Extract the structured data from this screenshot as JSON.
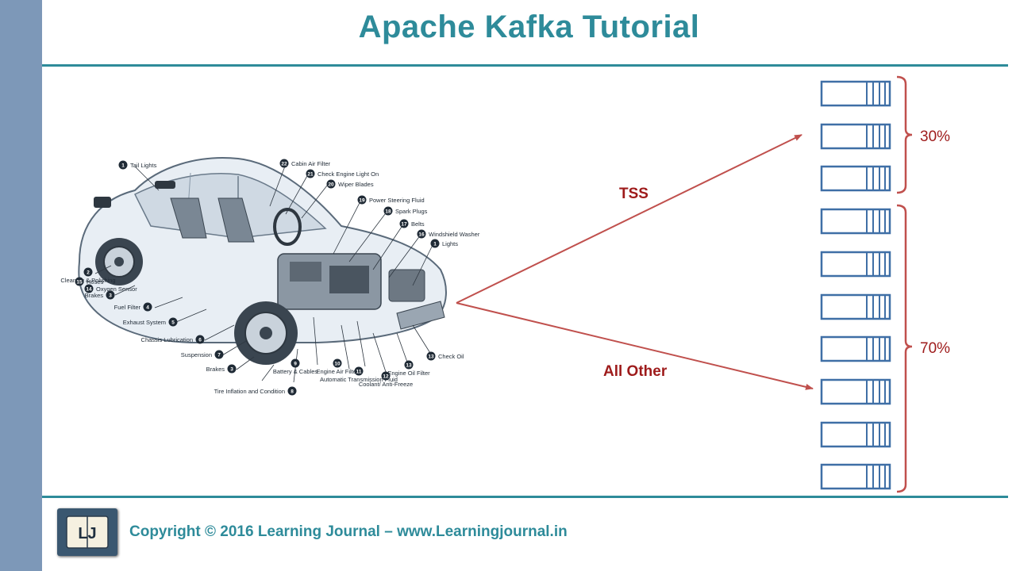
{
  "slide": {
    "title": "Apache Kafka Tutorial",
    "footer": "Copyright © 2016 Learning Journal – www.Learningjournal.in",
    "logo_text": "LJ"
  },
  "colors": {
    "accent": "#2e8b9a",
    "sidebar": "#7d98b8",
    "arrow": "#c0504d",
    "label": "#9e1b1b",
    "partition": "#3f6fa6"
  },
  "car": {
    "callouts": [
      {
        "num": "1",
        "text": "Tail Lights"
      },
      {
        "num": "22",
        "text": "Cabin Air Filter"
      },
      {
        "num": "21",
        "text": "Check Engine Light On"
      },
      {
        "num": "20",
        "text": "Wiper Blades"
      },
      {
        "num": "19",
        "text": "Power Steering Fluid"
      },
      {
        "num": "18",
        "text": "Spark Plugs"
      },
      {
        "num": "17",
        "text": "Belts"
      },
      {
        "num": "16",
        "text": "Windshield Washer"
      },
      {
        "num": "1",
        "text": "Lights"
      },
      {
        "num": "2",
        "text": "Cleaning & Polishing"
      },
      {
        "num": "3",
        "text": "Brakes"
      },
      {
        "num": "4",
        "text": "Fuel Filter"
      },
      {
        "num": "5",
        "text": "Exhaust System"
      },
      {
        "num": "6",
        "text": "Chassis Lubrication"
      },
      {
        "num": "7",
        "text": "Suspension"
      },
      {
        "num": "3",
        "text": "Brakes"
      },
      {
        "num": "8",
        "text": "Tire Inflation and Condition"
      },
      {
        "num": "9",
        "text": "Battery & Cables"
      },
      {
        "num": "10",
        "text": "Engine Air Filter"
      },
      {
        "num": "11",
        "text": "Automatic Transmission Fluid"
      },
      {
        "num": "12",
        "text": "Coolant/ Anti-Freeze"
      },
      {
        "num": "13",
        "text": "Engine Oil Filter"
      },
      {
        "num": "13",
        "text": "Check Oil"
      },
      {
        "num": "14",
        "text": "Oxygen Sensor"
      },
      {
        "num": "15",
        "text": "Hoses"
      }
    ]
  },
  "arrows": [
    {
      "label": "TSS"
    },
    {
      "label": "All Other"
    }
  ],
  "partitions": {
    "count": 10,
    "groups": [
      {
        "label": "30%",
        "count": 3
      },
      {
        "label": "70%",
        "count": 7
      }
    ]
  }
}
